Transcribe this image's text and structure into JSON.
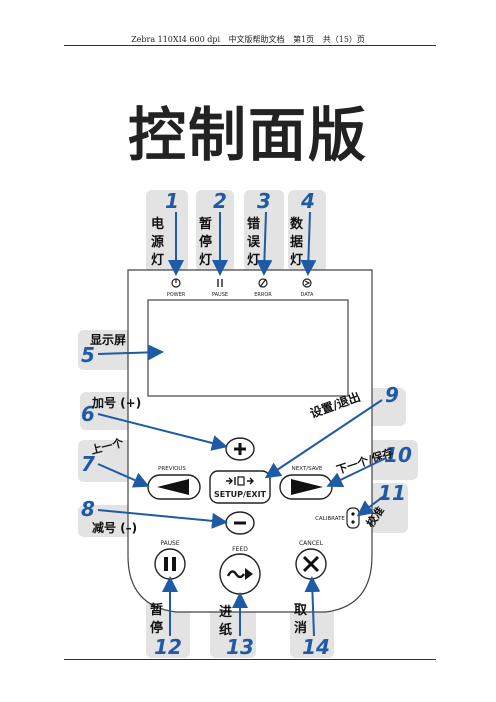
{
  "header": {
    "model": "Zebra 110XI4 600 dpi",
    "doc": "中文版帮助文档",
    "page": "第1页",
    "total": "共（15）页"
  },
  "title": "控制面版",
  "indicators": {
    "power": "POWER",
    "pause": "PAUSE",
    "error": "ERROR",
    "data": "DATA"
  },
  "buttons": {
    "previous": "PREVIOUS",
    "next_save": "NEXT/SAVE",
    "setup_exit": "SETUP/EXIT",
    "calibrate": "CALIBRATE",
    "pause": "PAUSE",
    "feed": "FEED",
    "cancel": "CANCEL"
  },
  "callouts": {
    "c1": {
      "num": "1",
      "text": [
        "电",
        "源",
        "灯"
      ]
    },
    "c2": {
      "num": "2",
      "text": [
        "暂",
        "停",
        "灯"
      ]
    },
    "c3": {
      "num": "3",
      "text": [
        "错",
        "误",
        "灯"
      ]
    },
    "c4": {
      "num": "4",
      "text": [
        "数",
        "据",
        "灯"
      ]
    },
    "c5": {
      "num": "5",
      "text": "显示屏"
    },
    "c6": {
      "num": "6",
      "text": "加号 (+)"
    },
    "c7": {
      "num": "7",
      "text": "上一个"
    },
    "c8": {
      "num": "8",
      "text": "减号 (–)"
    },
    "c9": {
      "num": "9",
      "text": "设置/退出"
    },
    "c10": {
      "num": "10",
      "text": "下一个/保存"
    },
    "c11": {
      "num": "11",
      "text": "校准"
    },
    "c12": {
      "num": "12",
      "text": [
        "暂",
        "停"
      ]
    },
    "c13": {
      "num": "13",
      "text": [
        "进",
        "纸"
      ]
    },
    "c14": {
      "num": "14",
      "text": [
        "取",
        "消"
      ]
    }
  },
  "footer": {
    "mark": "."
  },
  "colors": {
    "accent": "#1f5aa6",
    "callout_bg": "#e3e3e3"
  }
}
